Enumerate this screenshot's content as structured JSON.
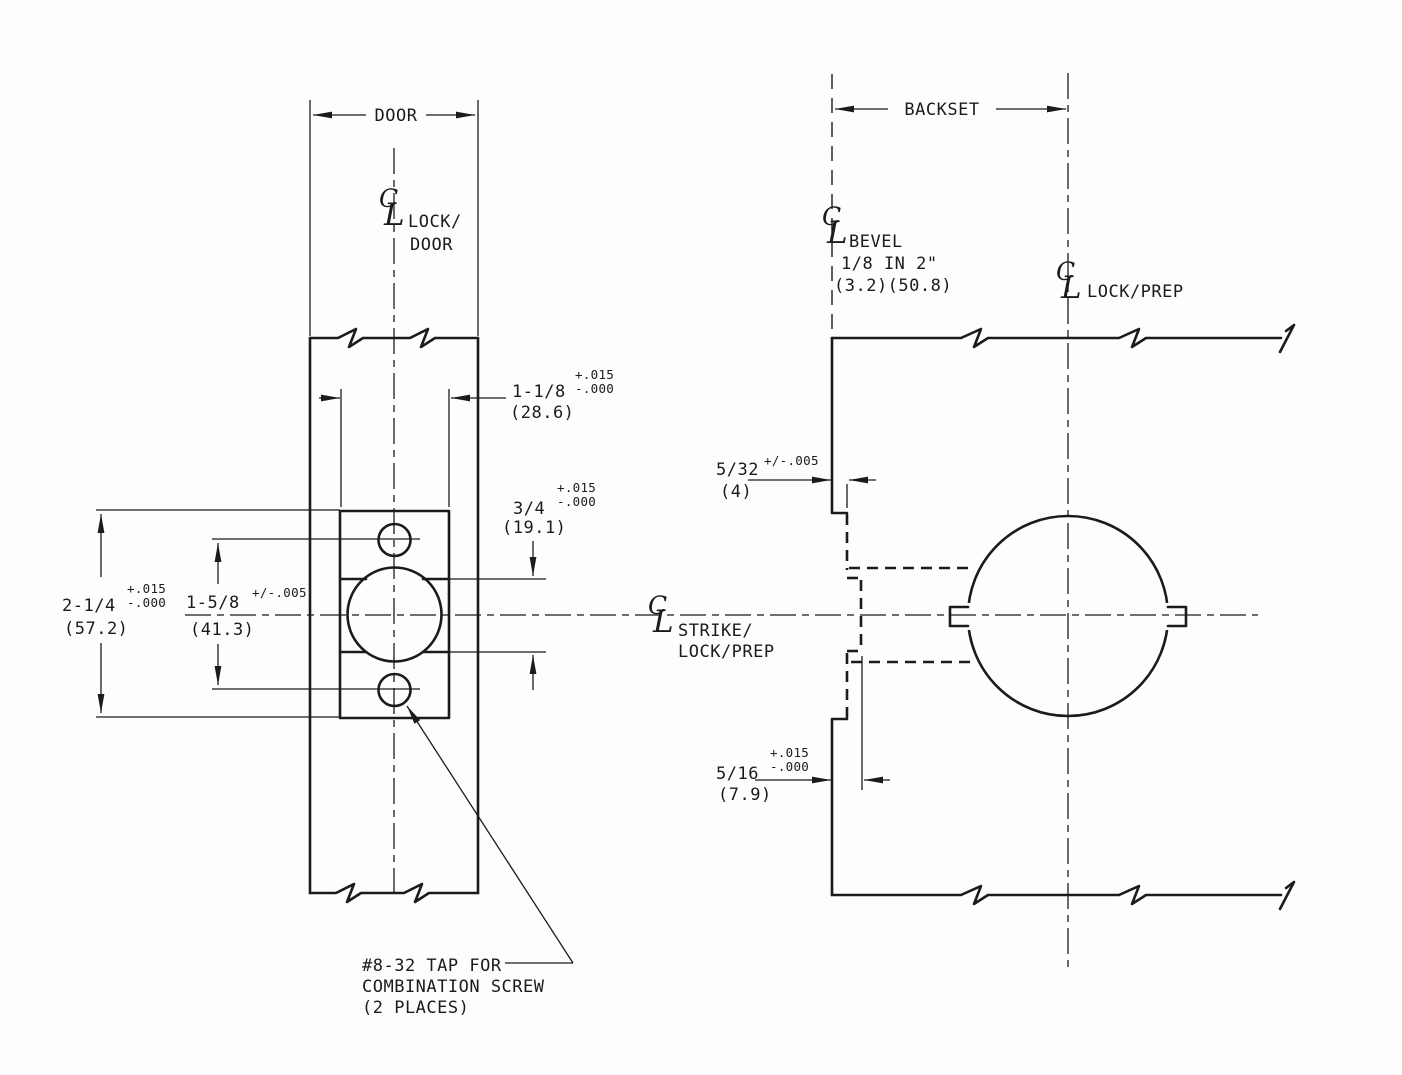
{
  "symbols": {
    "c": "C",
    "l": "L"
  },
  "left_view": {
    "door_dim_label": "DOOR",
    "cl_label_line1": "LOCK/",
    "cl_label_line2": "DOOR",
    "faceplate_width": {
      "value": "1-1/8",
      "tol_plus": "+.015",
      "tol_minus": "-.000",
      "metric": "(28.6)"
    },
    "case_height": {
      "value": "3/4",
      "tol_plus": "+.015",
      "tol_minus": "-.000",
      "metric": "(19.1)"
    },
    "faceplate_height": {
      "value": "2-1/4",
      "tol_plus": "+.015",
      "tol_minus": "-.000",
      "metric": "(57.2)"
    },
    "screw_spacing": {
      "value": "1-5/8",
      "tol": "+/-.005",
      "metric": "(41.3)"
    },
    "tap_note": {
      "line1": "#8-32 TAP FOR",
      "line2": "COMBINATION SCREW",
      "line3": "(2 PLACES)"
    }
  },
  "right_view": {
    "backset_dim_label": "BACKSET",
    "bevel_note": {
      "line1": "BEVEL",
      "line2": "1/8 IN 2\"",
      "line3": "(3.2)(50.8)"
    },
    "lock_prep_label": "LOCK/PREP",
    "strike_cl_label": {
      "line1": "STRIKE/",
      "line2": "LOCK/PREP"
    },
    "lip_offset": {
      "value": "5/32",
      "tol": "+/-.005",
      "metric": "(4)"
    },
    "lip_depth": {
      "value": "5/16",
      "tol_plus": "+.015",
      "tol_minus": "-.000",
      "metric": "(7.9)"
    }
  },
  "colors": {
    "ink": "#1b1b1b",
    "paper": "#fdfdfd"
  }
}
